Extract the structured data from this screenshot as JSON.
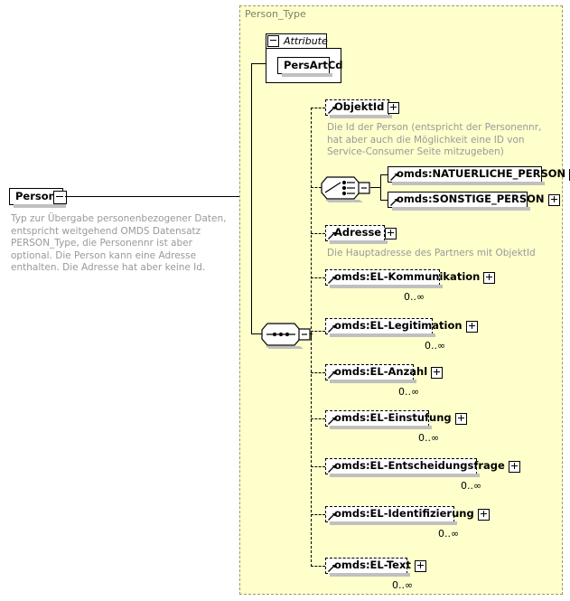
{
  "diagram": {
    "kind": "xsd-schema-diagram",
    "root_element": {
      "name": "Person",
      "toggler": "minus",
      "documentation": "Typ zur Übergabe personenbezogener Daten, entspricht weitgehend OMDS Datensatz PERSON_Type, die Personennr ist aber optional. Die Person kann eine Adresse enthalten. Die Adresse hat aber keine Id."
    },
    "type_container": {
      "label": "Person_Type",
      "background": "#ffffcc",
      "border_color": "#999966"
    },
    "attribute_group": {
      "label": "Attribute",
      "toggler": "minus",
      "attributes": [
        {
          "name": "PersArtCd"
        }
      ]
    },
    "compositors": {
      "sequence": {
        "symbol": "sequence-node",
        "label": "sequence"
      },
      "choice": {
        "symbol": "choice-node",
        "label": "choice",
        "toggler": "minus"
      }
    },
    "children": [
      {
        "name": "ObjektId",
        "toggler": "plus",
        "optional": true,
        "repeated": false,
        "cardinality": "",
        "documentation": "Die Id der Person (entspricht der Personennr, hat aber auch die Möglichkeit eine ID von Service-Consumer Seite mitzugeben)"
      },
      {
        "name": "omds:NATUERLICHE_PERSON",
        "toggler": "plus",
        "optional": true,
        "repeated": false,
        "cardinality": "",
        "documentation": ""
      },
      {
        "name": "omds:SONSTIGE_PERSON",
        "toggler": "plus",
        "optional": true,
        "repeated": false,
        "cardinality": "",
        "documentation": ""
      },
      {
        "name": "Adresse",
        "toggler": "plus",
        "optional": true,
        "repeated": false,
        "cardinality": "",
        "documentation": "Die Hauptadresse des Partners mit ObjektId"
      },
      {
        "name": "omds:EL-Kommunikation",
        "toggler": "plus",
        "optional": true,
        "repeated": true,
        "cardinality": "0..∞",
        "documentation": ""
      },
      {
        "name": "omds:EL-Legitimation",
        "toggler": "plus",
        "optional": true,
        "repeated": true,
        "cardinality": "0..∞",
        "documentation": ""
      },
      {
        "name": "omds:EL-Anzahl",
        "toggler": "plus",
        "optional": true,
        "repeated": true,
        "cardinality": "0..∞",
        "documentation": ""
      },
      {
        "name": "omds:EL-Einstufung",
        "toggler": "plus",
        "optional": true,
        "repeated": true,
        "cardinality": "0..∞",
        "documentation": ""
      },
      {
        "name": "omds:EL-Entscheidungsfrage",
        "toggler": "plus",
        "optional": true,
        "repeated": true,
        "cardinality": "0..∞",
        "documentation": ""
      },
      {
        "name": "omds:EL-Identifizierung",
        "toggler": "plus",
        "optional": true,
        "repeated": true,
        "cardinality": "0..∞",
        "documentation": ""
      },
      {
        "name": "omds:EL-Text",
        "toggler": "plus",
        "optional": true,
        "repeated": true,
        "cardinality": "0..∞",
        "documentation": ""
      }
    ]
  }
}
